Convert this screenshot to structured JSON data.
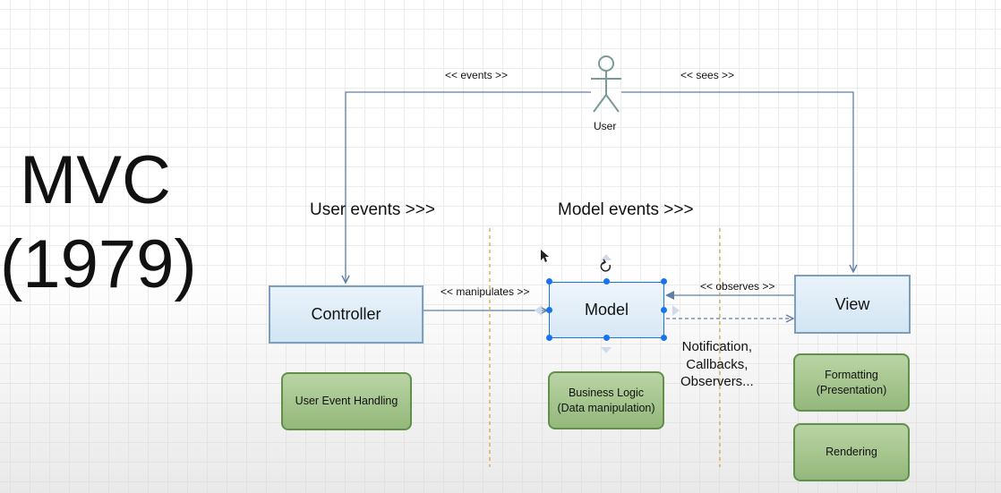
{
  "title": {
    "line1": "MVC",
    "line2": "(1979)"
  },
  "actor": {
    "name": "User",
    "icon": "stick-figure-icon"
  },
  "section_labels": {
    "user_events": "User events >>>",
    "model_events": "Model events >>>"
  },
  "connectors": {
    "events": "<< events >>",
    "sees": "<< sees >>",
    "manipulates": "<< manipulates >>",
    "observes": "<< observes >>"
  },
  "components": {
    "controller": "Controller",
    "model": "Model",
    "view": "View"
  },
  "responsibilities": {
    "controller": "User Event Handling",
    "model": "Business Logic\n(Data manipulation)",
    "view_formatting": "Formatting\n(Presentation)",
    "view_rendering": "Rendering"
  },
  "notification_note": "Notification,\nCallbacks,\nObservers...",
  "colors": {
    "component_fill": "#d8e8f5",
    "component_border": "#7c9fbd",
    "responsibility_fill": "#a6c690",
    "responsibility_border": "#62904a",
    "connector": "#5f7fa6",
    "separator": "#d9a441",
    "selection": "#1a73e8"
  }
}
